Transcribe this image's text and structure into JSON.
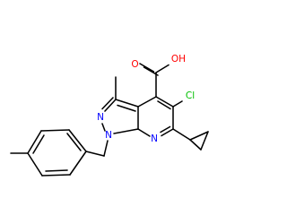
{
  "molecule": {
    "atoms": {
      "oxygen_carbonyl": "O",
      "hydroxyl": "OH",
      "chlorine": "Cl",
      "nitrogen_pyrazole_2": "N",
      "nitrogen_pyrazole_1": "N",
      "nitrogen_pyridine": "N"
    },
    "colors": {
      "bond": "#000000",
      "oxygen": "#ff0000",
      "chlorine": "#00c000",
      "nitrogen": "#0000ff"
    }
  }
}
